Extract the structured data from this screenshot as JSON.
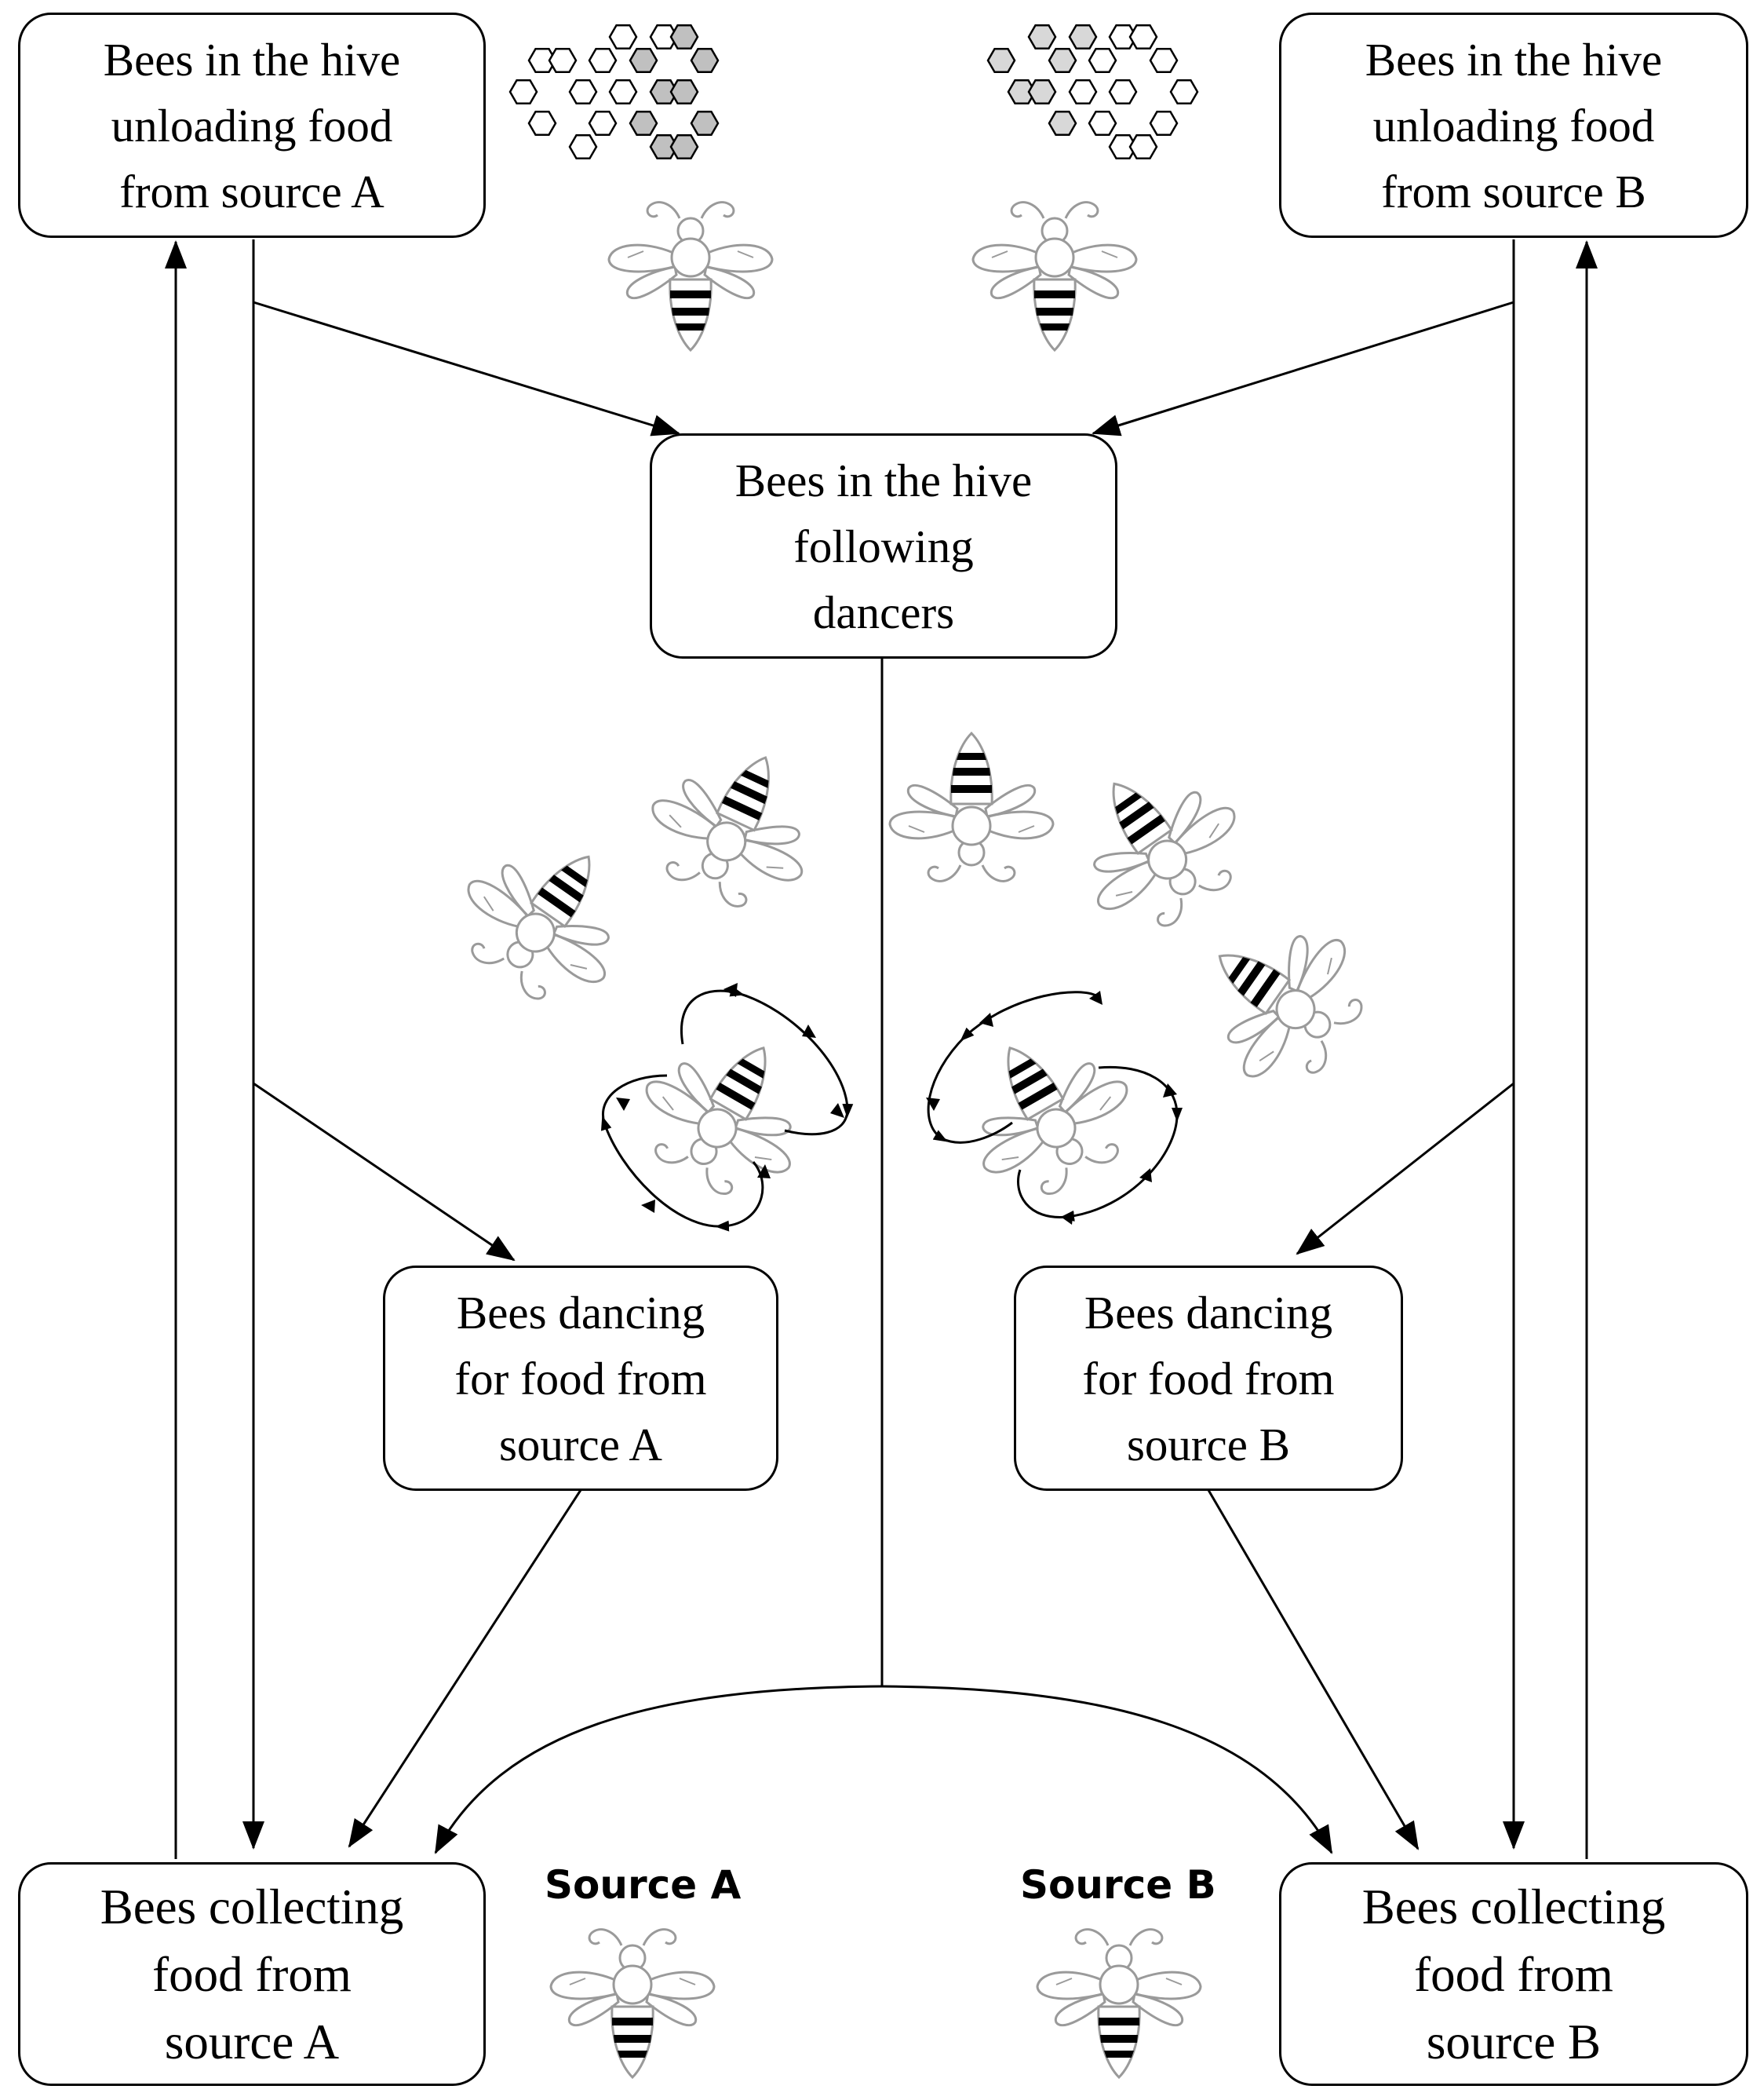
{
  "boxes": {
    "unload_a": [
      "Bees in the hive",
      "unloading  food",
      "from  source A"
    ],
    "unload_b": [
      "Bees in the hive",
      "unloading  food",
      "from  source B"
    ],
    "following": [
      "Bees in the hive",
      "following",
      "dancers"
    ],
    "dance_a": [
      "Bees dancing",
      "for food from",
      "source A"
    ],
    "dance_b": [
      "Bees dancing",
      "for food from",
      "source B"
    ],
    "collect_a": [
      "Bees collecting",
      "food from",
      "source A"
    ],
    "collect_b": [
      "Bees collecting",
      "food from",
      "source B"
    ]
  },
  "sources": {
    "a": "Source A",
    "b": "Source B"
  },
  "colors": {
    "stroke": "#000000",
    "bee_outline": "#9a9a9a",
    "comb_fill_dark": "#c0c0c0",
    "comb_fill_light": "#d8d8d8"
  }
}
